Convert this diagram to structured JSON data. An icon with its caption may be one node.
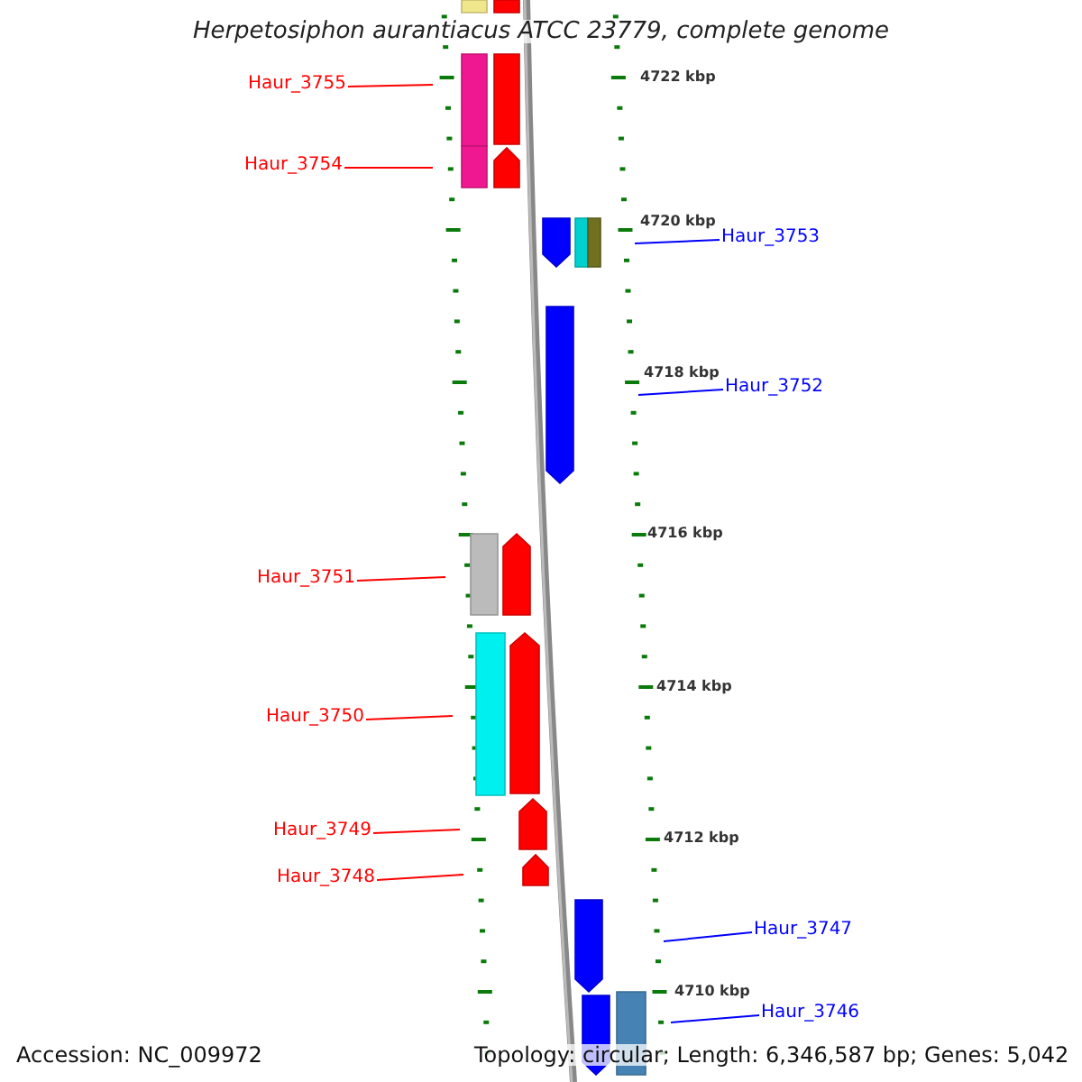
{
  "diagram": {
    "title": "Herpetosiphon aurantiacus ATCC 23779, complete genome",
    "nodes": [
      {
        "text": [
          "Haur_3755"
        ]
      },
      {
        "text": [
          "Haur_3754"
        ]
      },
      {
        "text": [
          "Haur_3753"
        ]
      },
      {
        "text": [
          "Haur_3752"
        ]
      },
      {
        "text": [
          "Haur_3751"
        ]
      },
      {
        "text": [
          "Haur_3750"
        ]
      },
      {
        "text": [
          "Haur_3749"
        ]
      },
      {
        "text": [
          "Haur_3748"
        ]
      },
      {
        "text": [
          "Haur_3747"
        ]
      },
      {
        "text": [
          "Haur_3746"
        ]
      }
    ],
    "edges": [
      {
        "from": 0,
        "to": null,
        "arrow": "none"
      },
      {
        "from": 1,
        "to": null,
        "arrow": "none"
      },
      {
        "from": 2,
        "to": null,
        "arrow": "none",
        "color": "#0000ff"
      },
      {
        "from": 3,
        "to": null,
        "arrow": "none",
        "color": "#0000ff"
      },
      {
        "from": 4,
        "to": null,
        "arrow": "none"
      },
      {
        "from": 5,
        "to": null,
        "arrow": "none"
      },
      {
        "from": 6,
        "to": null,
        "arrow": "none"
      },
      {
        "from": 7,
        "to": null,
        "arrow": "none"
      },
      {
        "from": 8,
        "to": null,
        "arrow": "none",
        "color": "#0000ff"
      },
      {
        "from": 9,
        "to": null,
        "arrow": "none",
        "color": "#0000ff"
      }
    ],
    "labels": [
      "4722 kbp",
      "4720 kbp",
      "4718 kbp",
      "4716 kbp",
      "4714 kbp",
      "4712 kbp",
      "4710 kbp",
      "Accession: NC_009972",
      "Topology: circular; Length: 6,346,587 bp; Genes: 5,042"
    ]
  }
}
